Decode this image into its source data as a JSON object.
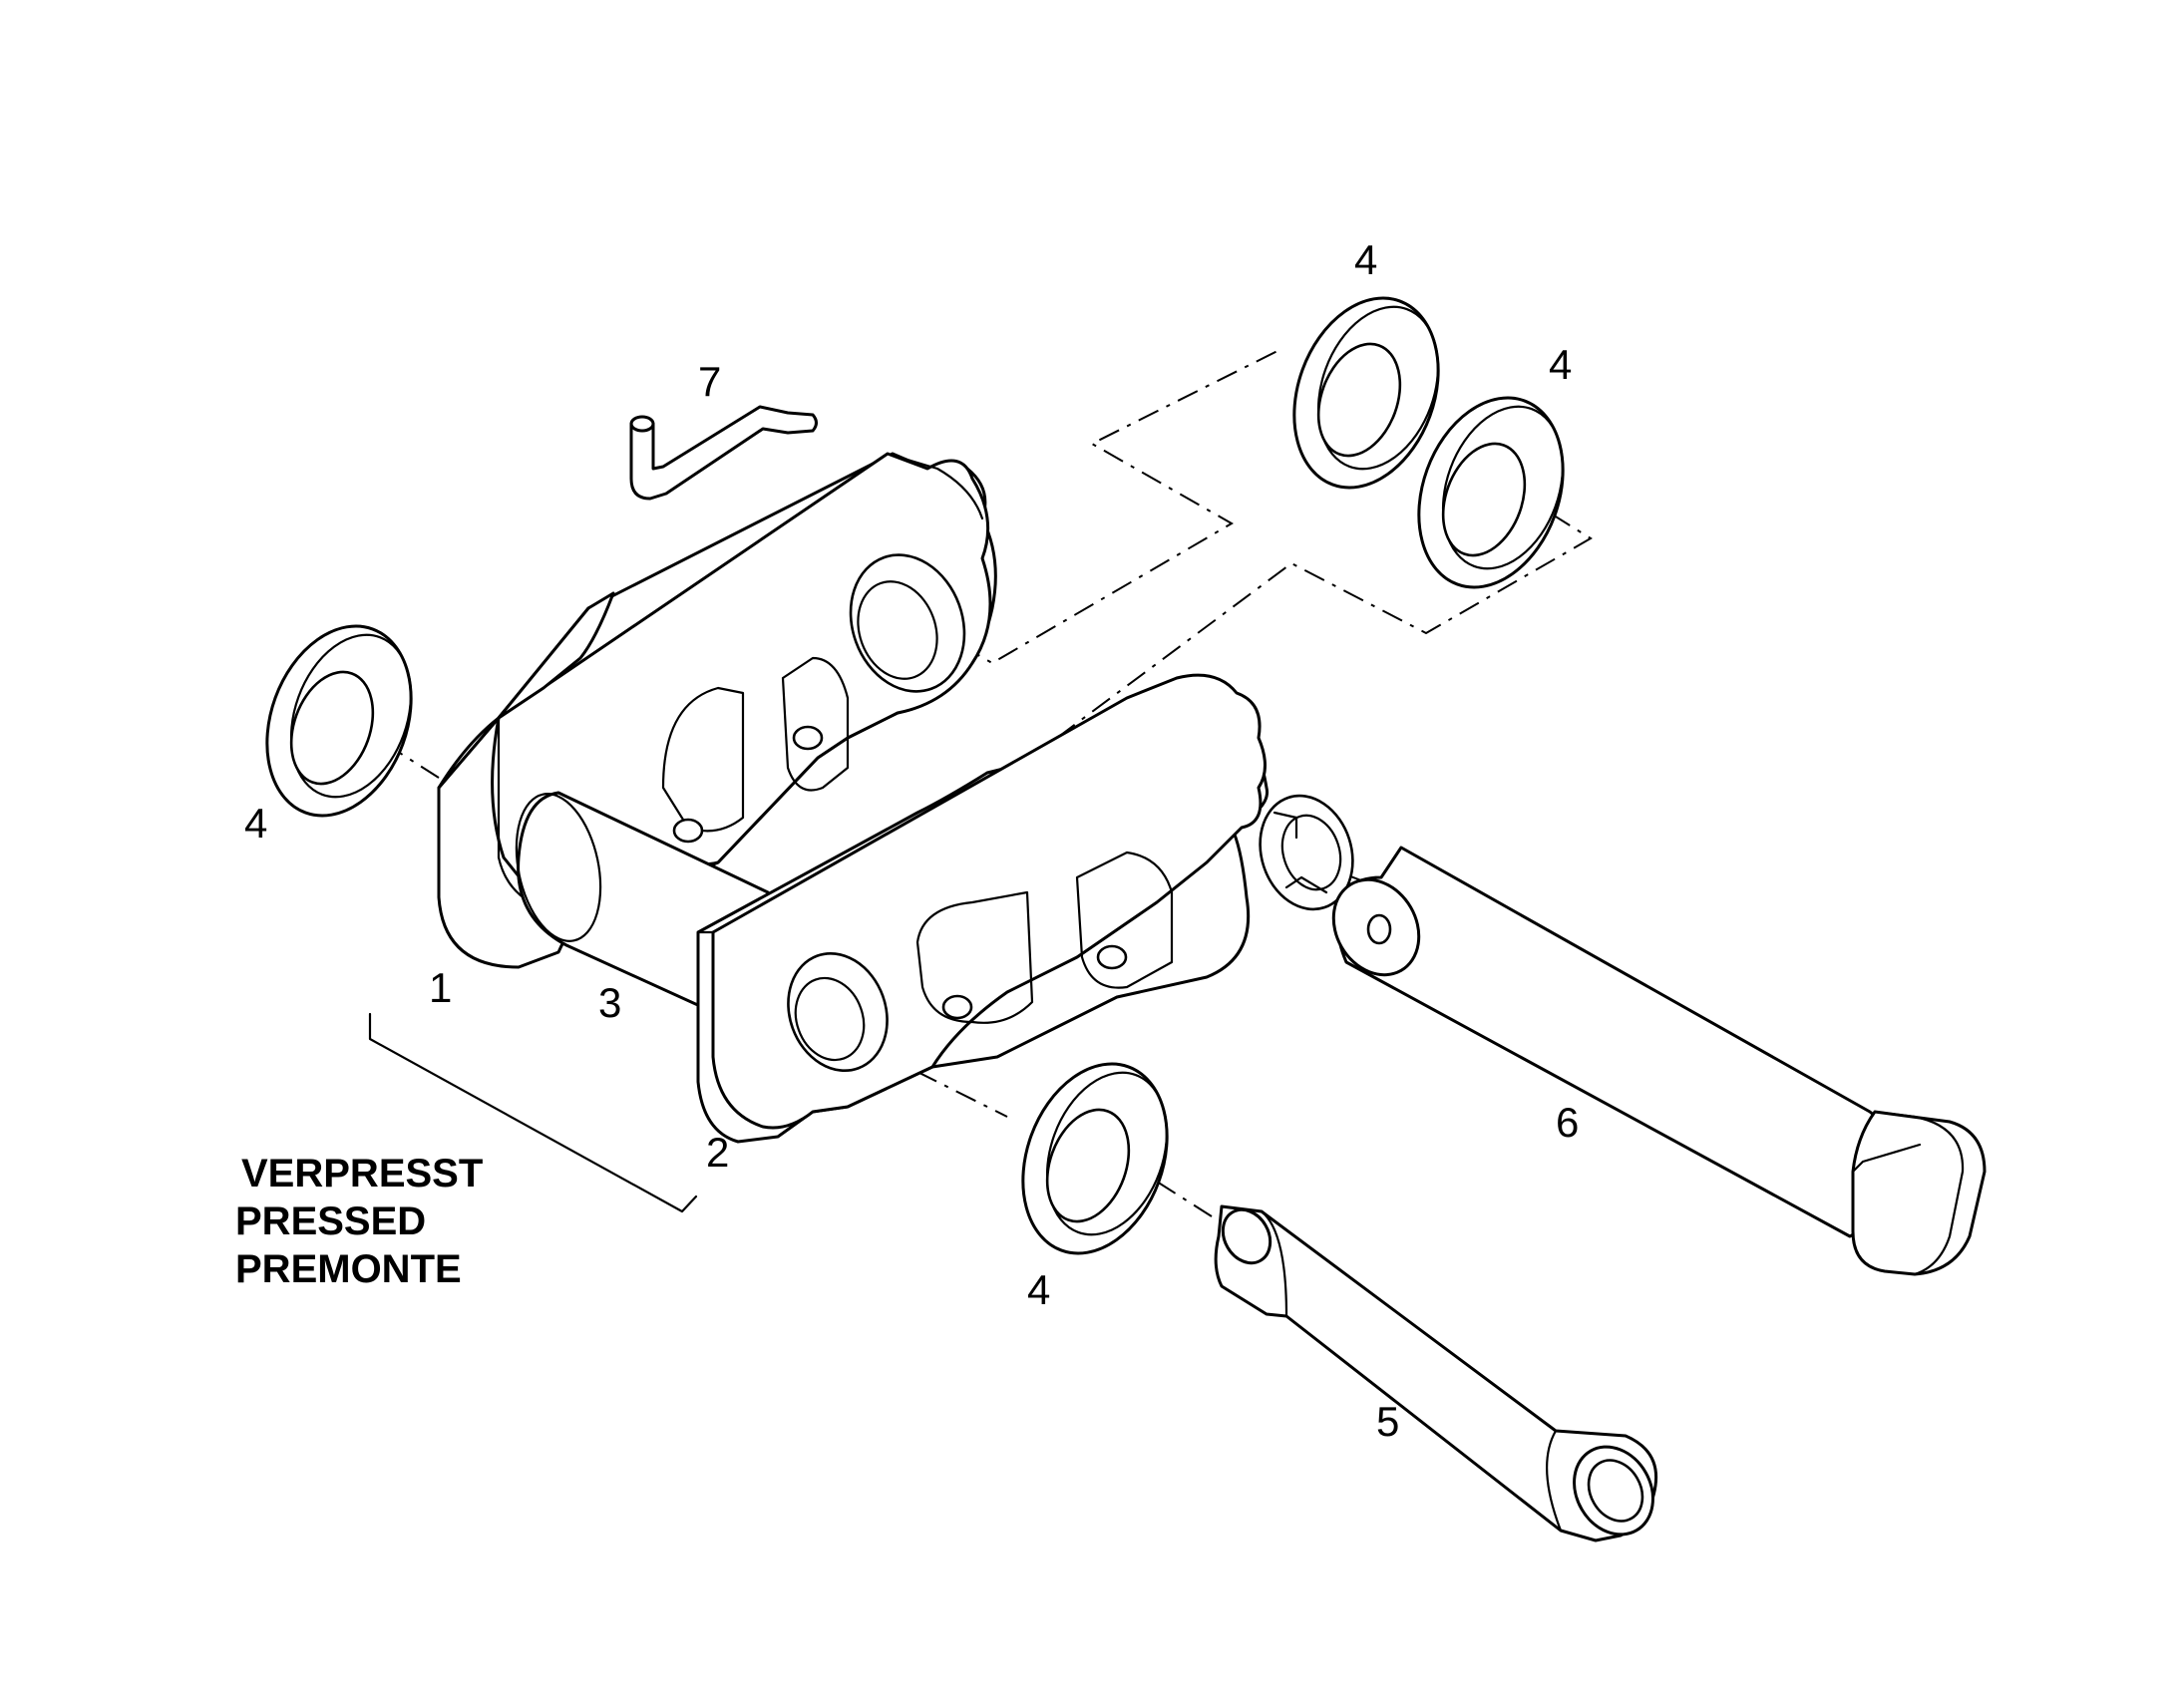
{
  "callouts": {
    "link_left": "1",
    "link_right": "2",
    "bushing": "3",
    "seal_top_a": "4",
    "seal_top_b": "4",
    "seal_left": "4",
    "seal_bottom": "4",
    "master_pin": "5",
    "track_pin": "6",
    "lock_pin": "7"
  },
  "note": {
    "line1": "VERPRESST",
    "line2": "PRESSED",
    "line3": "PREMONTE"
  },
  "colors": {
    "line": "#000000",
    "background": "#ffffff"
  }
}
